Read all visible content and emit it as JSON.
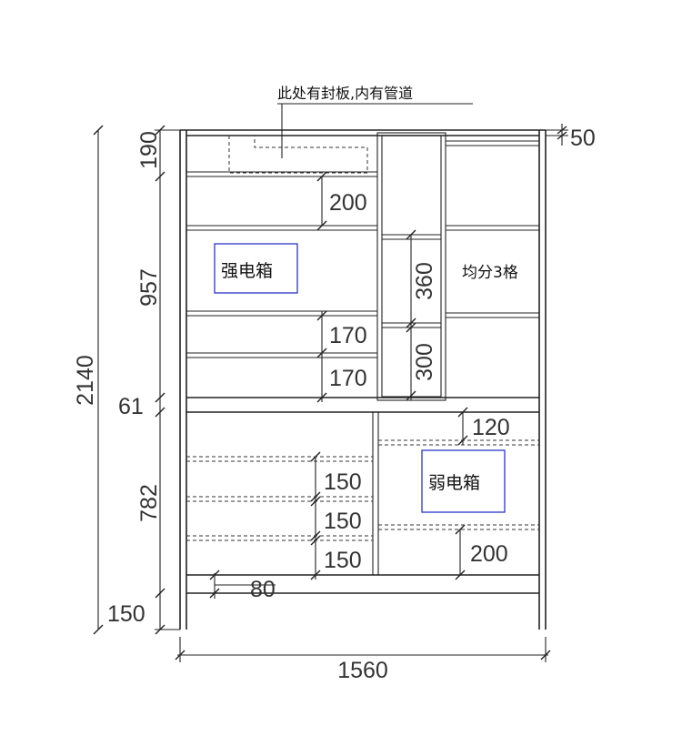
{
  "note": "此处有封板,内有管道",
  "labels": {
    "strong_box": "强电箱",
    "weak_box": "弱电箱",
    "divide": "均分3格"
  },
  "dims": {
    "total_height": "2140",
    "total_width": "1560",
    "top_thickness": "50",
    "left": [
      "190",
      "957",
      "61",
      "782",
      "150"
    ],
    "upper_shelves": [
      "200",
      "170",
      "170"
    ],
    "column": [
      "360",
      "300"
    ],
    "lower_left": [
      "150",
      "150",
      "150",
      "80"
    ],
    "lower_right": [
      "120",
      "200"
    ]
  },
  "colors": {
    "line": "#222222",
    "box_outline": "#2b36c8"
  }
}
